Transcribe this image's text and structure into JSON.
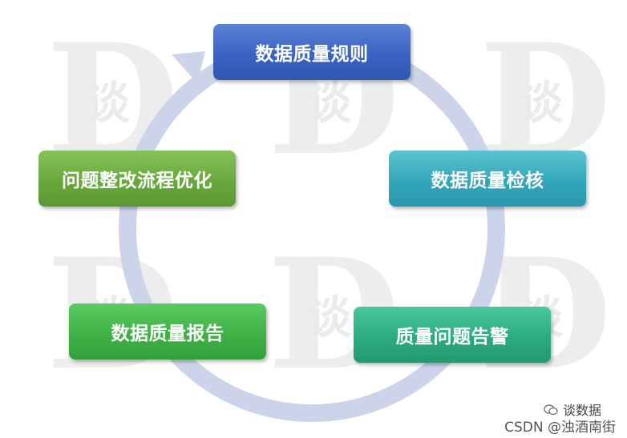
{
  "diagram": {
    "nodes": [
      {
        "id": "rule",
        "label": "数据质量规则",
        "color": "#3a63c2"
      },
      {
        "id": "check",
        "label": "数据质量检核",
        "color": "#33a6ba"
      },
      {
        "id": "alert",
        "label": "质量问题告警",
        "color": "#2daa80"
      },
      {
        "id": "report",
        "label": "数据质量报告",
        "color": "#3fb146"
      },
      {
        "id": "optimize",
        "label": "问题整改流程优化",
        "color": "#67a83b"
      }
    ],
    "flow": "clockwise",
    "ring_color": "#ccd3ea"
  },
  "watermark": {
    "letter": "D",
    "char": "谈"
  },
  "footer": {
    "brand": "谈数据",
    "credit": "CSDN @浊酒南街"
  },
  "icons": {
    "brand_icon": "wechat-icon",
    "ring_arrow": "arrow-head-icon"
  }
}
